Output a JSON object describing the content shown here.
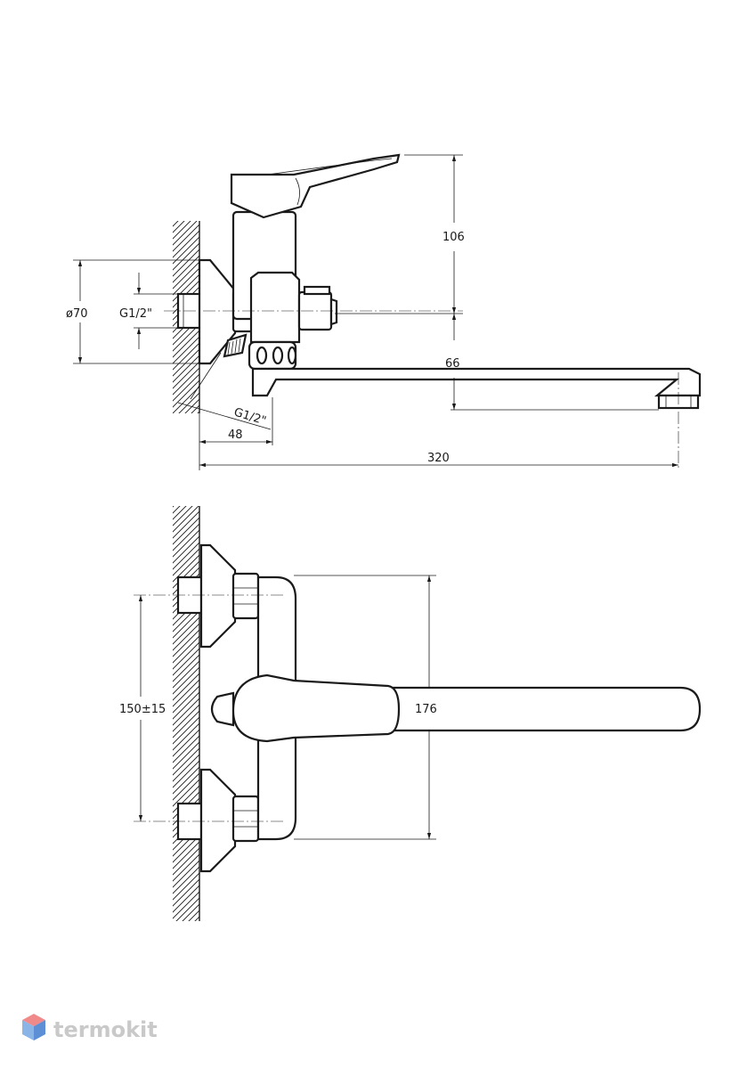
{
  "labels": {
    "side_height": "106",
    "flange_diameter": "ø70",
    "inlet_thread": "G1/2\"",
    "shower_thread": "G1/2\"",
    "spout_drop": "66",
    "wall_to_outlet": "48",
    "spout_reach": "320",
    "inlet_spacing": "150±15",
    "body_height": "176"
  },
  "logo": {
    "text": "termokit",
    "icon": "hexagon-logo-icon",
    "colors": {
      "top": "#f08a8a",
      "left": "#8ab4e6",
      "right": "#5c8fd6",
      "text": "#c9c9c9"
    }
  }
}
